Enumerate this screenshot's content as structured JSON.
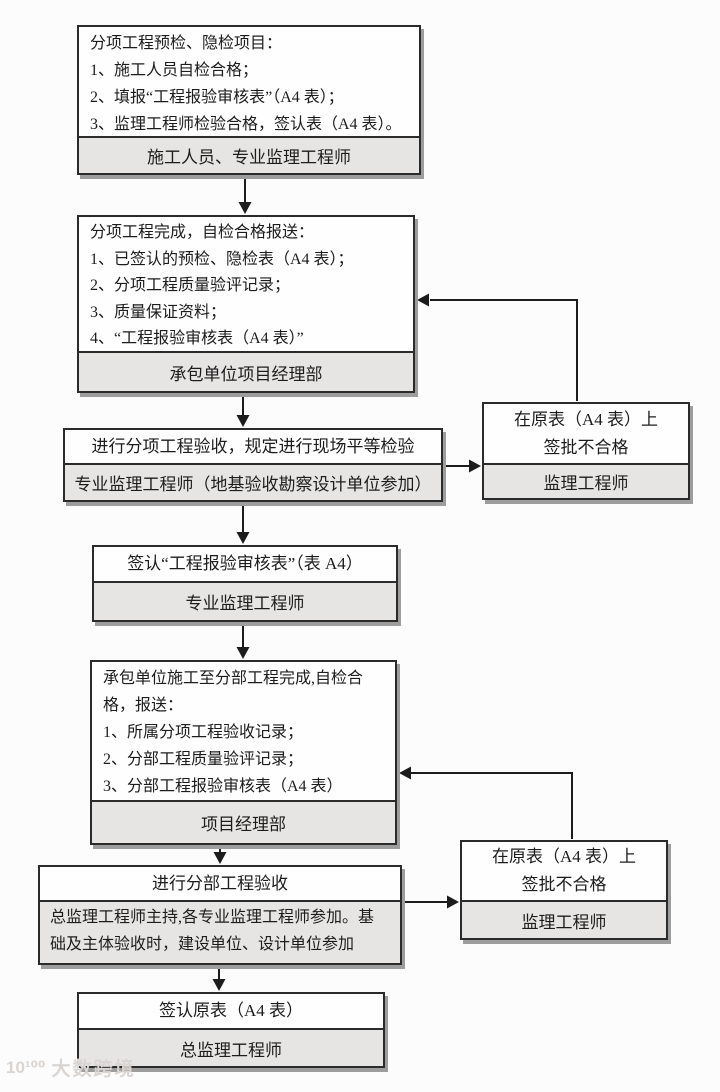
{
  "boxes": {
    "b1": {
      "lines": [
        "分项工程预检、隐检项目：",
        "1、施工人员自检合格；",
        "2、填报“工程报验审核表”（A4 表）；",
        "3、监理工程师检验合格，签认表（A4 表）。"
      ],
      "footer": "施工人员、专业监理工程师"
    },
    "b2": {
      "lines": [
        "分项工程完成，自检合格报送：",
        "1、已签认的预检、隐检表（A4 表）；",
        "2、分项工程质量验评记录；",
        "3、质量保证资料；",
        "4、“工程报验审核表（A4 表）”"
      ],
      "footer": "承包单位项目经理部"
    },
    "b3": {
      "title": "进行分项工程验收，规定进行现场平等检验",
      "footer": "专业监理工程师（地基验收勘察设计单位参加）"
    },
    "b4": {
      "title": "签认“工程报验审核表”（表 A4）",
      "footer": "专业监理工程师"
    },
    "b5": {
      "lines": [
        "承包单位施工至分部工程完成,自检合",
        "格，报送：",
        "1、所属分项工程验收记录；",
        "2、分部工程质量验评记录；",
        "3、分部工程报验审核表（A4 表）"
      ],
      "footer": "项目经理部"
    },
    "b6": {
      "title": "进行分部工程验收",
      "footer_line1": "总监理工程师主持,各专业监理工程师参加。基",
      "footer_line2": "础及主体验收时，建设单位、设计单位参加"
    },
    "b7": {
      "title": "签认原表（A4 表）",
      "footer": "总监理工程师"
    },
    "r1": {
      "line1": "在原表（A4 表）上",
      "line2": "签批不合格",
      "footer": "监理工程师"
    },
    "r2": {
      "line1": "在原表（A4 表）上",
      "line2": "签批不合格",
      "footer": "监理工程师"
    }
  },
  "watermark": {
    "logo": "10¹⁰⁰",
    "text": "大数跨境"
  },
  "colors": {
    "border": "#2b2b2b",
    "shadow": "#9d9d9d",
    "footer_bg": "#e7e5e4",
    "background": "#fdfcfc",
    "text": "#1c1c1c",
    "watermark": "#d9d5d3"
  }
}
